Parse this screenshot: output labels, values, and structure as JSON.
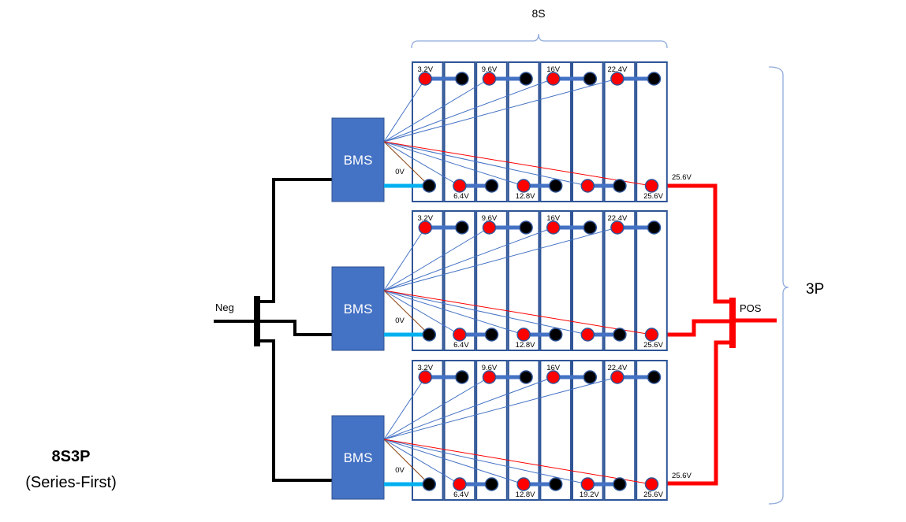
{
  "title": {
    "main": "8S3P",
    "sub": "(Series-First)"
  },
  "labels": {
    "series": "8S",
    "parallel": "3P",
    "negative": "Neg",
    "positive": "POS",
    "bms": "BMS"
  },
  "colors": {
    "cell_border": "#2f5597",
    "cell_fill": "#ffffff",
    "bms_fill": "#4472c4",
    "positive_terminal": "#ff0000",
    "negative_terminal": "#000000",
    "busbar": "#4472c4",
    "balance_lead": "#4472c4",
    "top_lead": "#ff0000",
    "ground_lead": "#8b4513",
    "bms_negative_link": "#00b0f0",
    "negative_wire": "#000000",
    "positive_wire": "#ff0000",
    "brace": "#8faadc"
  },
  "packs": [
    {
      "name": "pack-1",
      "cells_per_pack": 8,
      "bms_label": "BMS",
      "ground_label": "0V",
      "top_row_voltages": [
        "3.2V",
        "",
        "9.6V",
        "",
        "16V",
        "",
        "22.4V",
        ""
      ],
      "bottom_row_voltages": [
        "",
        "6.4V",
        "",
        "12.8V",
        "",
        "",
        "",
        "25.6V"
      ],
      "output_label": "25.6V"
    },
    {
      "name": "pack-2",
      "cells_per_pack": 8,
      "bms_label": "BMS",
      "ground_label": "0V",
      "top_row_voltages": [
        "3.2V",
        "",
        "9.6V",
        "",
        "16V",
        "",
        "22.4V",
        ""
      ],
      "bottom_row_voltages": [
        "",
        "6.4V",
        "",
        "12.8V",
        "",
        "",
        "",
        "25.6V"
      ],
      "output_label": ""
    },
    {
      "name": "pack-3",
      "cells_per_pack": 8,
      "bms_label": "BMS",
      "ground_label": "0V",
      "top_row_voltages": [
        "3.2V",
        "",
        "9.6V",
        "",
        "16V",
        "",
        "22.4V",
        ""
      ],
      "bottom_row_voltages": [
        "",
        "6.4V",
        "",
        "12.8V",
        "",
        "19.2V",
        "",
        "25.6V"
      ],
      "output_label": "25.6V"
    }
  ]
}
